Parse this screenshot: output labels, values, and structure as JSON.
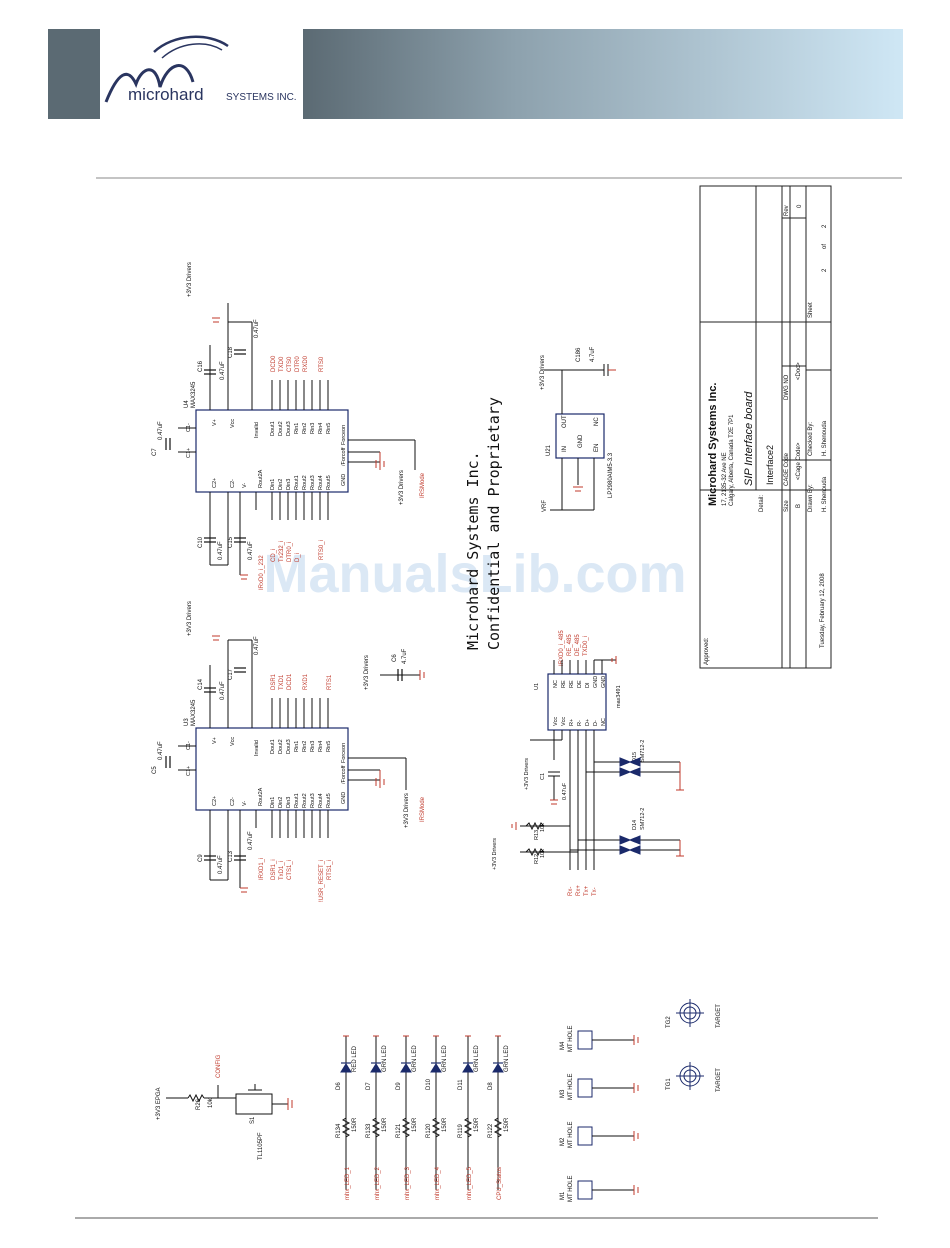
{
  "logo": {
    "word": "microhard",
    "suffix": "SYSTEMS INC."
  },
  "watermark": "ManualsLib.com",
  "confidential": {
    "line1": "Microhard Systems Inc.",
    "line2": "Confidential and Proprietary"
  },
  "title_block": {
    "approved_label": "Approved:",
    "company": "Microhard Systems Inc.",
    "address1": "17, 2135-32 Ave NE",
    "address2": "Calgary, Alberta, Canada  T2E 7P1",
    "title": "SIP Interface board",
    "detail_label": "Detail:",
    "detail": "Interface2",
    "size_label": "Size",
    "size": "B",
    "cage_label": "CAGE Code",
    "cage": "<Cage Code>",
    "dwg_label": "DWG NO",
    "dwg": "<Doc>",
    "rev_label": "Rev",
    "rev": "0",
    "drawn_label": "Drawn By:",
    "drawn": "H. Shenouda",
    "checked_label": "Checked By:",
    "checked": "H. Shenouda",
    "sheet_label": "Sheet",
    "sheet": "2",
    "of_label": "of",
    "total": "2",
    "date": "Tuesday, February 12, 2008"
  },
  "u4": {
    "ref": "U4",
    "part": "MAX3245",
    "supply": "+3V3 Drivers",
    "pins_left": [
      "C1+",
      "C1-",
      "C2+",
      "C2-",
      "V-",
      "Rout2A"
    ],
    "pins_top": [
      "V+",
      "Vcc",
      "Invalid"
    ],
    "dout": [
      "Dout1",
      "Dout2",
      "Dout3",
      "Rin1",
      "Rin2",
      "Rin3",
      "Rin4",
      "Rin5"
    ],
    "din": [
      "Din1",
      "Din2",
      "Din3",
      "Rout1",
      "Rout2",
      "Rout3",
      "Rout4",
      "Rout5"
    ],
    "right": [
      "Forceon",
      "/Forcoff",
      "GND"
    ],
    "nets_top": [
      "DCD0",
      "TXD0",
      "CTS0",
      "DTR0",
      "RXD0",
      "RTS0"
    ],
    "nets_bottom": [
      "IRxD0_i_232",
      "CD_i",
      "Tx232_i",
      "DTR0_i",
      "D_i",
      "RTS0_i"
    ],
    "caps": [
      {
        "ref": "C7",
        "val": "0.47uF"
      },
      {
        "ref": "C10",
        "val": "0.47uF"
      },
      {
        "ref": "C15",
        "val": "0.47uF"
      },
      {
        "ref": "C16",
        "val": "0.47uF"
      },
      {
        "ref": "C18",
        "val": "0.47uF"
      }
    ],
    "irsmode": "IRSMode"
  },
  "u3": {
    "ref": "U3",
    "part": "MAX3245",
    "supply": "+3V3 Drivers",
    "pins_left": [
      "C1+",
      "C1-",
      "C2+",
      "C2-",
      "V-",
      "Rout2A"
    ],
    "pins_top": [
      "V+",
      "Vcc",
      "Invalid"
    ],
    "dout": [
      "Dout1",
      "Dout2",
      "Dout3",
      "Rin1",
      "Rin2",
      "Rin3",
      "Rin4",
      "Rin5"
    ],
    "din": [
      "Din1",
      "Din2",
      "Din3",
      "Rout1",
      "Rout2",
      "Rout3",
      "Rout4",
      "Rout5"
    ],
    "right": [
      "Forceon",
      "/Forcoff",
      "GND"
    ],
    "nets_top": [
      "DSR1",
      "TXD1",
      "DCD1",
      "RXD1",
      "RTS1"
    ],
    "nets_bottom": [
      "IRXD1_i",
      "DSR1_i",
      "TxD1_i",
      "CTS1_i",
      "!USR_RESET_i",
      "RTS1_i"
    ],
    "caps": [
      {
        "ref": "C5",
        "val": "0.47uF"
      },
      {
        "ref": "C9",
        "val": "0.47uF"
      },
      {
        "ref": "C13",
        "val": "0.47uF"
      },
      {
        "ref": "C14",
        "val": "0.47uF"
      },
      {
        "ref": "C17",
        "val": "0.47uF"
      }
    ],
    "c6": {
      "ref": "C6",
      "val": "4.7uF"
    },
    "irsmode": "IRSMode"
  },
  "u21": {
    "ref": "U21",
    "part": "LP2980AIM5-3.3",
    "supply": "+3V3 Drivers",
    "vrf": "VRF",
    "pins": [
      "IN",
      "GND",
      "EN",
      "OUT",
      "NC"
    ],
    "cap": {
      "ref": "C186",
      "val": "4.7uF"
    }
  },
  "u1": {
    "ref": "U1",
    "part": "max3491",
    "supply": "+3V3 Drivers",
    "pins_left": [
      "Vcc",
      "Vcc",
      "R+",
      "R-",
      "D+",
      "D-",
      "NC"
    ],
    "pins_right": [
      "NC",
      "RE",
      "RE",
      "DE",
      "DI",
      "GND",
      "GND"
    ],
    "nets": [
      "IRXD0_i_485",
      "RE_485",
      "DE_485",
      "TXD0_i"
    ],
    "bus": [
      "Rx-",
      "Rx+",
      "Tx+",
      "Tx-"
    ],
    "cap": {
      "ref": "C1",
      "val": "0.47uF"
    },
    "r1": {
      "ref": "R13",
      "val": "10k"
    },
    "r2": {
      "ref": "R12",
      "val": "10k"
    },
    "d14": {
      "ref": "D14",
      "part": "SM712-2"
    },
    "d15": {
      "ref": "D15",
      "part": "SM712-2"
    }
  },
  "switch": {
    "supply": "+3V3 EPGA",
    "r": {
      "ref": "R26",
      "val": "10k"
    },
    "net": "CONFIG",
    "ref": "S1",
    "part": "TL1105PF"
  },
  "leds": [
    {
      "ref": "D6",
      "type": "RED LED",
      "r": "R134",
      "rv": "150R",
      "net": "mhx_LED_1"
    },
    {
      "ref": "D7",
      "type": "GRN LED",
      "r": "R133",
      "rv": "150R",
      "net": "mhx_LED_2"
    },
    {
      "ref": "D9",
      "type": "GRN LED",
      "r": "R121",
      "rv": "150R",
      "net": "mhx_LED_3"
    },
    {
      "ref": "D10",
      "type": "GRN LED",
      "r": "R120",
      "rv": "150R",
      "net": "mhx_LED_4"
    },
    {
      "ref": "D11",
      "type": "GRN LED",
      "r": "R119",
      "rv": "150R",
      "net": "mhx_LED_5"
    },
    {
      "ref": "D8",
      "type": "GRN LED",
      "r": "R122",
      "rv": "150R",
      "net": "CPU_Status"
    }
  ],
  "holes": [
    {
      "ref": "M1",
      "label": "MT HOLE"
    },
    {
      "ref": "M2",
      "label": "MT HOLE"
    },
    {
      "ref": "M3",
      "label": "MT HOLE"
    },
    {
      "ref": "M4",
      "label": "MT HOLE"
    }
  ],
  "targets": [
    {
      "ref": "TG1",
      "label": "TARGET"
    },
    {
      "ref": "TG2",
      "label": "TARGET"
    }
  ],
  "colors": {
    "wire": "#1a1a1a",
    "net": "#c0392b",
    "ic": "#1b2a6b",
    "ground": "#c0392b"
  }
}
